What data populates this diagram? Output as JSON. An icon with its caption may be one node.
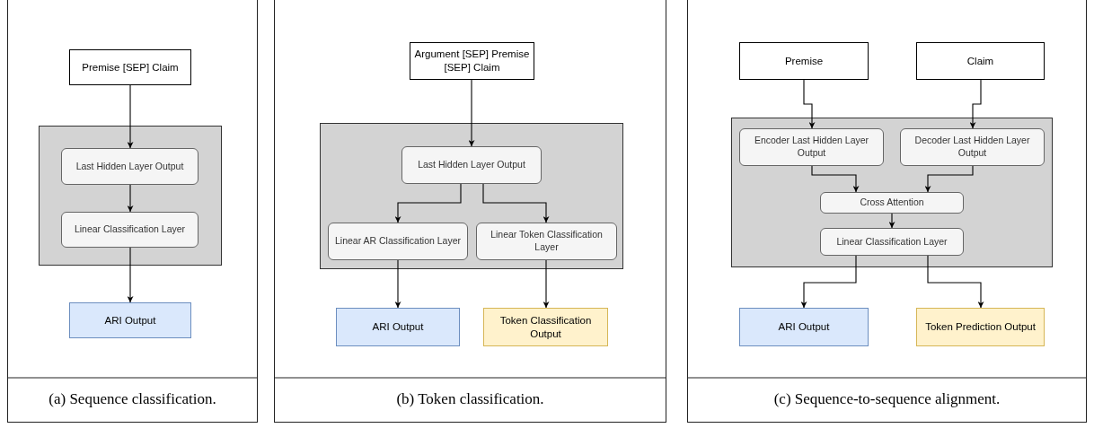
{
  "diagram": {
    "nodes": [
      {
        "text": [
          "(a) Sequence classification."
        ]
      },
      {
        "text": [
          "Premise [SEP] Claim"
        ],
        "in": 0
      },
      {
        "text": [],
        "shape": "box",
        "in": 0
      },
      {
        "text": [
          "Last Hidden Layer Output"
        ],
        "in": 2
      },
      {
        "text": [
          "Linear Classification Layer"
        ],
        "in": 2
      },
      {
        "text": [
          "ARI Output"
        ],
        "in": 0
      },
      {
        "text": [
          "(b) Token classification."
        ]
      },
      {
        "text": [
          "Argument [SEP] Premise [SEP] Claim"
        ],
        "in": 6
      },
      {
        "text": [],
        "shape": "box",
        "in": 6
      },
      {
        "text": [
          "Last Hidden Layer Output"
        ],
        "in": 8
      },
      {
        "text": [
          "Linear AR Classification Layer"
        ],
        "in": 8
      },
      {
        "text": [
          "Linear Token Classification Layer"
        ],
        "in": 8
      },
      {
        "text": [
          "ARI Output"
        ],
        "in": 6
      },
      {
        "text": [
          "Token Classification Output"
        ],
        "in": 6
      },
      {
        "text": [
          "(c) Sequence-to-sequence alignment."
        ]
      },
      {
        "text": [
          "Premise"
        ],
        "in": 14
      },
      {
        "text": [
          "Claim"
        ],
        "in": 14
      },
      {
        "text": [],
        "shape": "box",
        "in": 14
      },
      {
        "text": [
          "Encoder Last Hidden Layer Output"
        ],
        "in": 17
      },
      {
        "text": [
          "Decoder Last Hidden Layer Output"
        ],
        "in": 17
      },
      {
        "text": [
          "Cross Attention"
        ],
        "in": 17
      },
      {
        "text": [
          "Linear Classification Layer"
        ],
        "in": 17
      },
      {
        "text": [
          "ARI Output"
        ],
        "in": 14
      },
      {
        "text": [
          "Token Prediction Output"
        ],
        "in": 14
      }
    ],
    "edges": [
      {
        "from": 1,
        "to": 3,
        "arrow": "to"
      },
      {
        "from": 3,
        "to": 4,
        "arrow": "to"
      },
      {
        "from": 4,
        "to": 5,
        "arrow": "to"
      },
      {
        "from": 7,
        "to": 9,
        "arrow": "to"
      },
      {
        "from": 9,
        "to": 10,
        "arrow": "to"
      },
      {
        "from": 9,
        "to": 11,
        "arrow": "to"
      },
      {
        "from": 10,
        "to": 12,
        "arrow": "to"
      },
      {
        "from": 11,
        "to": 13,
        "arrow": "to"
      },
      {
        "from": 15,
        "to": 18,
        "arrow": "to"
      },
      {
        "from": 16,
        "to": 19,
        "arrow": "to"
      },
      {
        "from": 18,
        "to": 20,
        "arrow": "to"
      },
      {
        "from": 19,
        "to": 20,
        "arrow": "to"
      },
      {
        "from": 20,
        "to": 21,
        "arrow": "to"
      },
      {
        "from": 21,
        "to": 22,
        "arrow": "to"
      },
      {
        "from": 21,
        "to": 23,
        "arrow": "to"
      }
    ]
  }
}
